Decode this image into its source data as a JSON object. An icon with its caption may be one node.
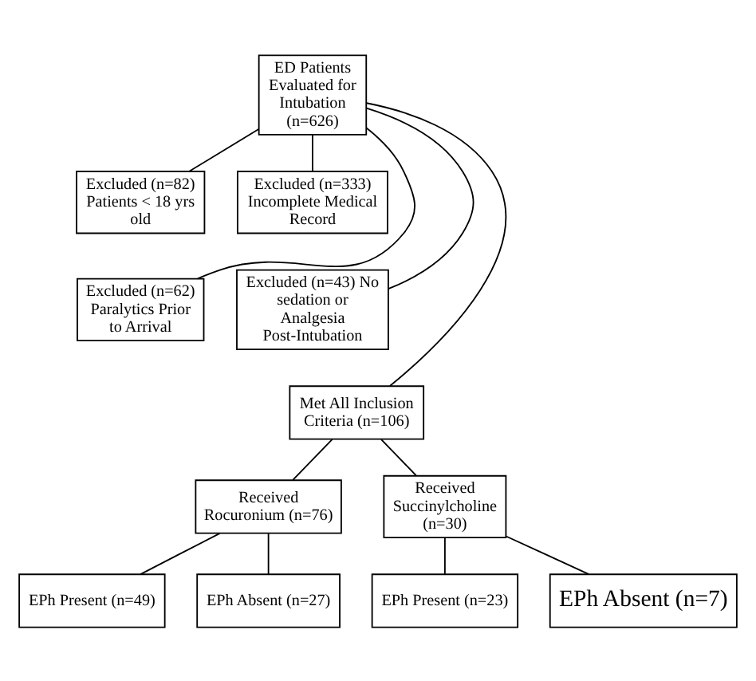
{
  "diagram": {
    "nodes": [
      {
        "text": [
          "ED Patients Evaluated for Intubation",
          "(n=626)"
        ]
      },
      {
        "text": [
          "Excluded (n=82) Patients < 18 yrs old"
        ]
      },
      {
        "text": [
          "Excluded (n=333) Incomplete Medical Record"
        ]
      },
      {
        "text": [
          "Excluded (n=62) Paralytics Prior to Arrival"
        ]
      },
      {
        "text": [
          "Excluded (n=43) No sedation or Analgesia Post-Intubation"
        ]
      },
      {
        "text": [
          "Met All Inclusion Criteria (n=106)"
        ]
      },
      {
        "text": [
          "Received Rocuronium (n=76)"
        ]
      },
      {
        "text": [
          "Received Succinylcholine (n=30)"
        ]
      },
      {
        "text": [
          "EPh Present (n=49)"
        ]
      },
      {
        "text": [
          "EPh Absent (n=27)"
        ]
      },
      {
        "text": [
          "EPh Present (n=23)"
        ]
      },
      {
        "text": [
          "EPh Absent (n=7)"
        ]
      }
    ],
    "edges": [
      {
        "from": 0,
        "to": 1,
        "arrow": "none"
      },
      {
        "from": 0,
        "to": 2,
        "arrow": "none"
      },
      {
        "from": 0,
        "to": 3,
        "arrow": "none"
      },
      {
        "from": 0,
        "to": 4,
        "arrow": "none"
      },
      {
        "from": 0,
        "to": 5,
        "arrow": "none"
      },
      {
        "from": 5,
        "to": 6,
        "arrow": "none"
      },
      {
        "from": 5,
        "to": 7,
        "arrow": "none"
      },
      {
        "from": 6,
        "to": 8,
        "arrow": "none"
      },
      {
        "from": 6,
        "to": 9,
        "arrow": "none"
      },
      {
        "from": 7,
        "to": 10,
        "arrow": "none"
      },
      {
        "from": 7,
        "to": 11,
        "arrow": "none"
      }
    ]
  }
}
